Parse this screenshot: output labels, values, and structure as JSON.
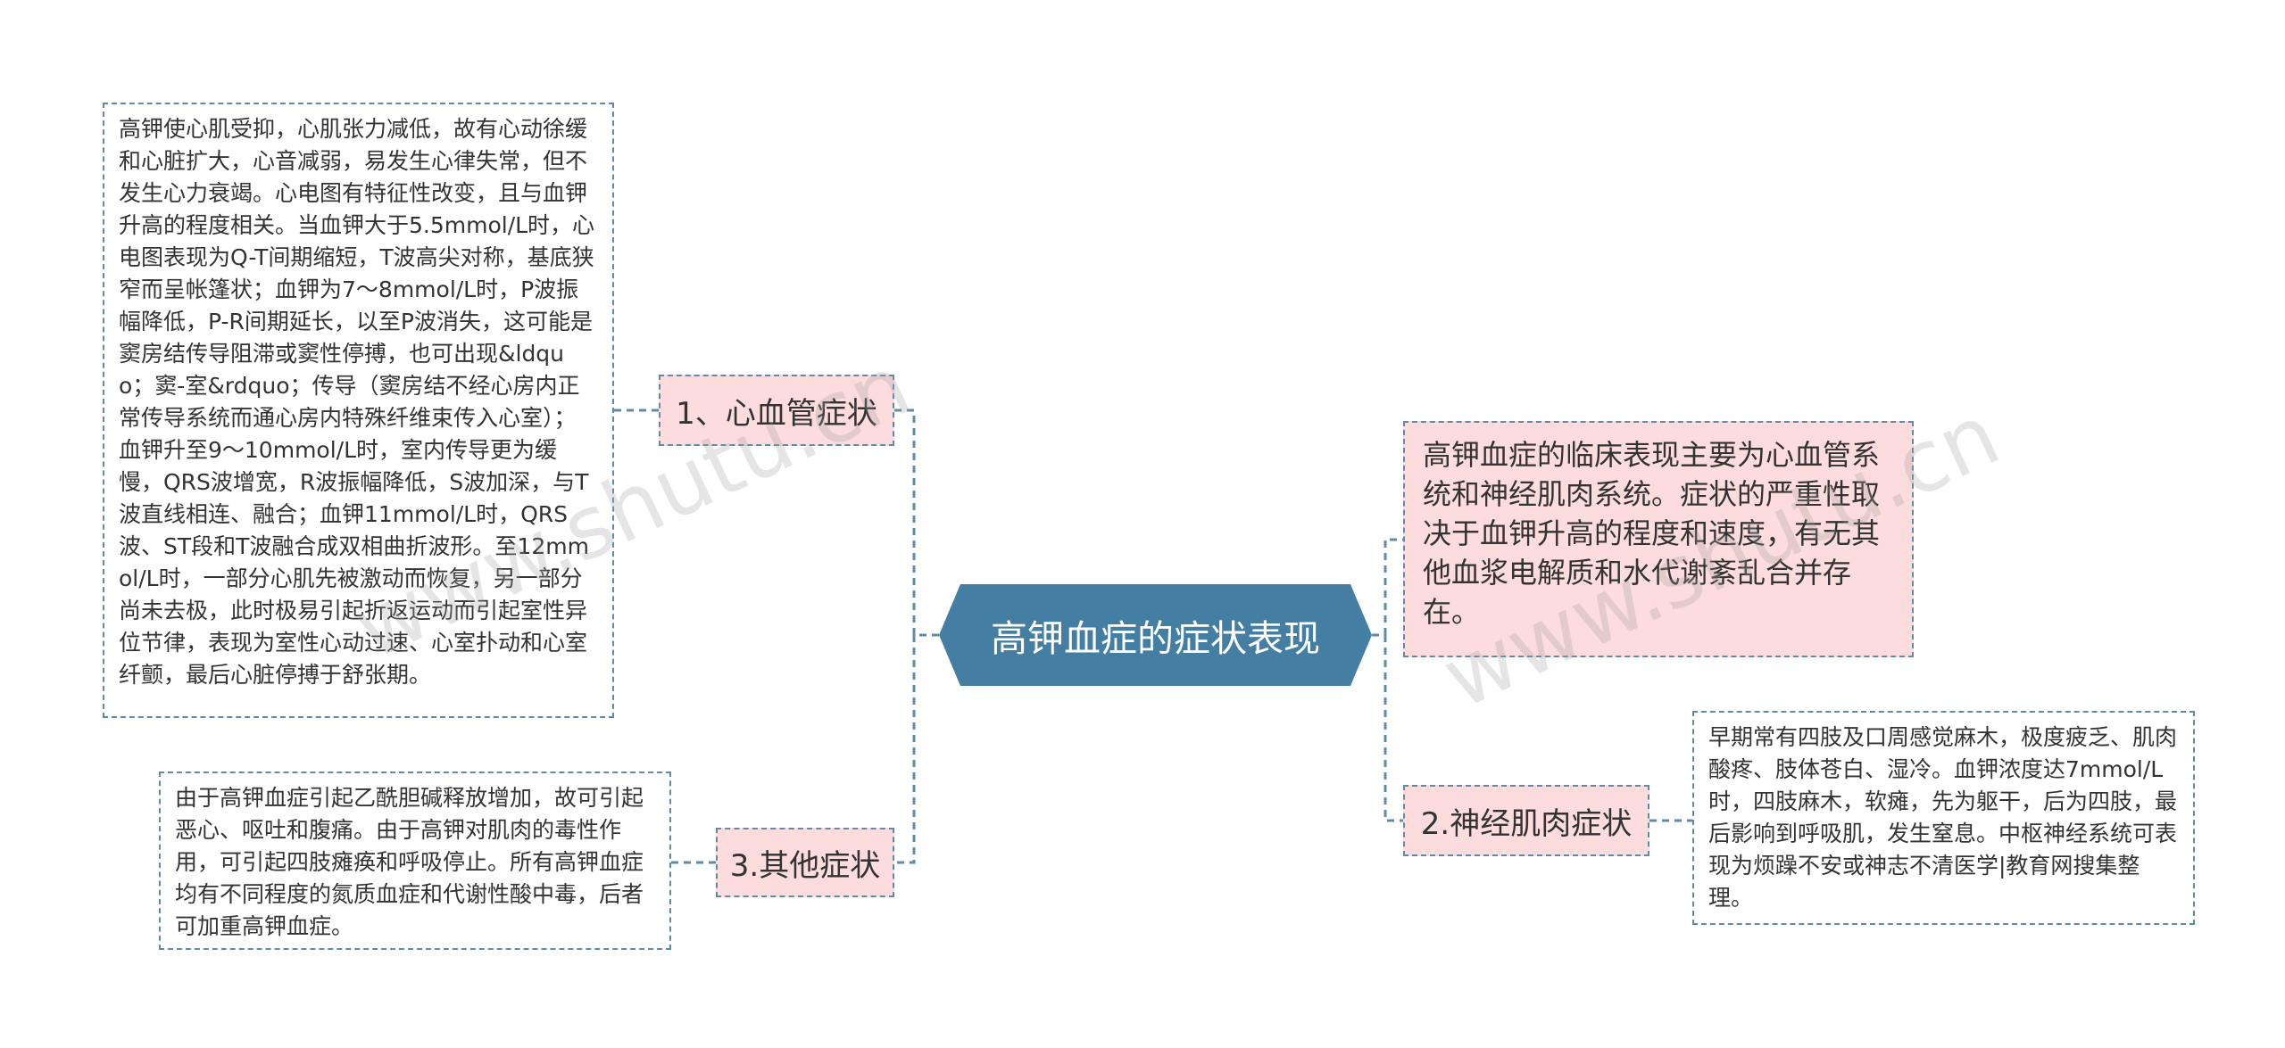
{
  "root": {
    "label": "高钾血症的症状表现"
  },
  "branches": {
    "cardio": {
      "label": "1、心血管症状",
      "detail": "高钾使心肌受抑，心肌张力减低，故有心动徐缓和心脏扩大，心音减弱，易发生心律失常，但不发生心力衰竭。心电图有特征性改变，且与血钾升高的程度相关。当血钾大于5.5mmol/L时，心电图表现为Q-T间期缩短，T波高尖对称，基底狭窄而呈帐篷状；血钾为7～8mmol/L时，P波振幅降低，P-R间期延长，以至P波消失，这可能是窦房结传导阻滞或窦性停搏，也可出现&ldquo；窦-室&rdquo；传导（窦房结不经心房内正常传导系统而通心房内特殊纤维束传入心室）；血钾升至9～10mmol/L时，室内传导更为缓慢，QRS波增宽，R波振幅降低，S波加深，与T波直线相连、融合；血钾11mmol/L时，QRS波、ST段和T波融合成双相曲折波形。至12mmol/L时，一部分心肌先被激动而恢复，另一部分尚未去极，此时极易引起折返运动而引起室性异位节律，表现为室性心动过速、心室扑动和心室纤颤，最后心脏停搏于舒张期。"
    },
    "other": {
      "label": "3.其他症状",
      "detail": "由于高钾血症引起乙酰胆碱释放增加，故可引起恶心、呕吐和腹痛。由于高钾对肌肉的毒性作用，可引起四肢瘫痪和呼吸停止。所有高钾血症均有不同程度的氮质血症和代谢性酸中毒，后者可加重高钾血症。"
    },
    "summary": {
      "text": "高钾血症的临床表现主要为心血管系统和神经肌肉系统。症状的严重性取决于血钾升高的程度和速度，有无其他血浆电解质和水代谢紊乱合并存在。"
    },
    "neuro": {
      "label": "2.神经肌肉症状",
      "detail": "早期常有四肢及口周感觉麻木，极度疲乏、肌肉酸疼、肢体苍白、湿冷。血钾浓度达7mmol/L时，四肢麻木，软瘫，先为躯干，后为四肢，最后影响到呼吸肌，发生窒息。中枢神经系统可表现为烦躁不安或神志不清医学|教育网搜集整理。"
    }
  },
  "watermarks": [
    "www.shutu.cn",
    "www.shutu.cn"
  ],
  "colors": {
    "root_fill": "#447fa3",
    "branch_fill": "#fcdcdc",
    "connector": "#5f8ba5",
    "text": "#333333"
  }
}
